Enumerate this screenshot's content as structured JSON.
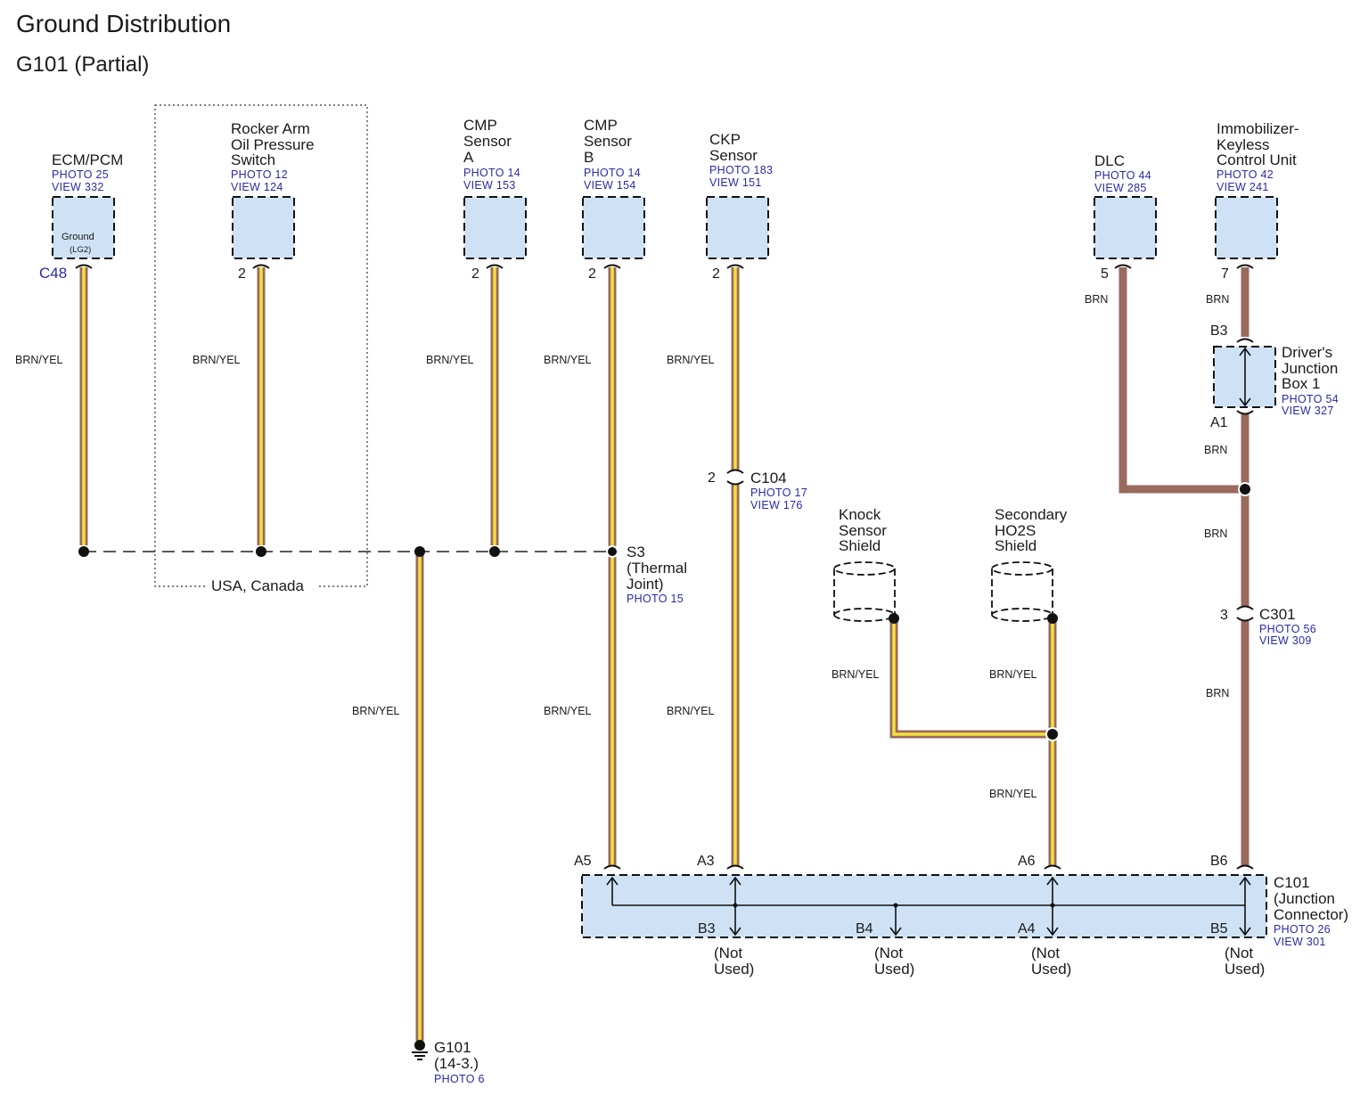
{
  "title": "Ground Distribution",
  "subtitle": "G101 (Partial)",
  "components": {
    "ecm": {
      "name": "ECM/PCM",
      "photo": "PHOTO 25",
      "view": "VIEW 332",
      "inner_label": "Ground",
      "inner_sub": "(LG2)",
      "connector": "C48"
    },
    "rocker": {
      "name_lines": [
        "Rocker Arm",
        "Oil Pressure",
        "Switch"
      ],
      "photo": "PHOTO 12",
      "view": "VIEW 124",
      "pin": "2"
    },
    "cmp_a": {
      "name_lines": [
        "CMP",
        "Sensor",
        "A"
      ],
      "photo": "PHOTO 14",
      "view": "VIEW 153",
      "pin": "2"
    },
    "cmp_b": {
      "name_lines": [
        "CMP",
        "Sensor",
        "B"
      ],
      "photo": "PHOTO 14",
      "view": "VIEW 154",
      "pin": "2"
    },
    "ckp": {
      "name_lines": [
        "CKP",
        "Sensor"
      ],
      "photo": "PHOTO 183",
      "view": "VIEW 151",
      "pin": "2"
    },
    "dlc": {
      "name": "DLC",
      "photo": "PHOTO 44",
      "view": "VIEW 285",
      "pin": "5"
    },
    "immob": {
      "name_lines": [
        "Immobilizer-",
        "Keyless",
        "Control Unit"
      ],
      "photo": "PHOTO 42",
      "view": "VIEW 241",
      "pin": "7"
    },
    "djb": {
      "name_lines": [
        "Driver's",
        "Junction",
        "Box 1"
      ],
      "photo": "PHOTO 54",
      "view": "VIEW 327",
      "pin_top": "B3",
      "pin_bottom": "A1"
    },
    "knock": {
      "name_lines": [
        "Knock",
        "Sensor",
        "Shield"
      ]
    },
    "ho2s": {
      "name_lines": [
        "Secondary",
        "HO2S",
        "Shield"
      ]
    },
    "c104": {
      "name": "C104",
      "pin": "2",
      "photo": "PHOTO 17",
      "view": "VIEW 176"
    },
    "c301": {
      "name": "C301",
      "pin": "3",
      "photo": "PHOTO 56",
      "view": "VIEW 309"
    },
    "s3": {
      "name_lines": [
        "S3",
        "(Thermal",
        "Joint)"
      ],
      "photo": "PHOTO 15"
    },
    "c101": {
      "name_lines": [
        "C101",
        "(Junction",
        "Connector)"
      ],
      "photo": "PHOTO 26",
      "view": "VIEW 301",
      "top_pins": [
        "A5",
        "A3",
        "A6",
        "B6"
      ],
      "bottom_pins": [
        "B3",
        "B4",
        "A4",
        "B5"
      ],
      "not_used": [
        "(Not",
        "Used)"
      ]
    },
    "g101": {
      "name": "G101",
      "ref": "(14-3.)",
      "photo": "PHOTO 6"
    }
  },
  "region_label": "USA, Canada",
  "wire_colors": {
    "brn_yel": "BRN/YEL",
    "brn": "BRN"
  },
  "colors": {
    "wire_brown": "#9a6a5e",
    "wire_yellow": "#f2e23a",
    "box_fill": "#cfe2f5",
    "ref_blue": "#2a2aa8"
  }
}
